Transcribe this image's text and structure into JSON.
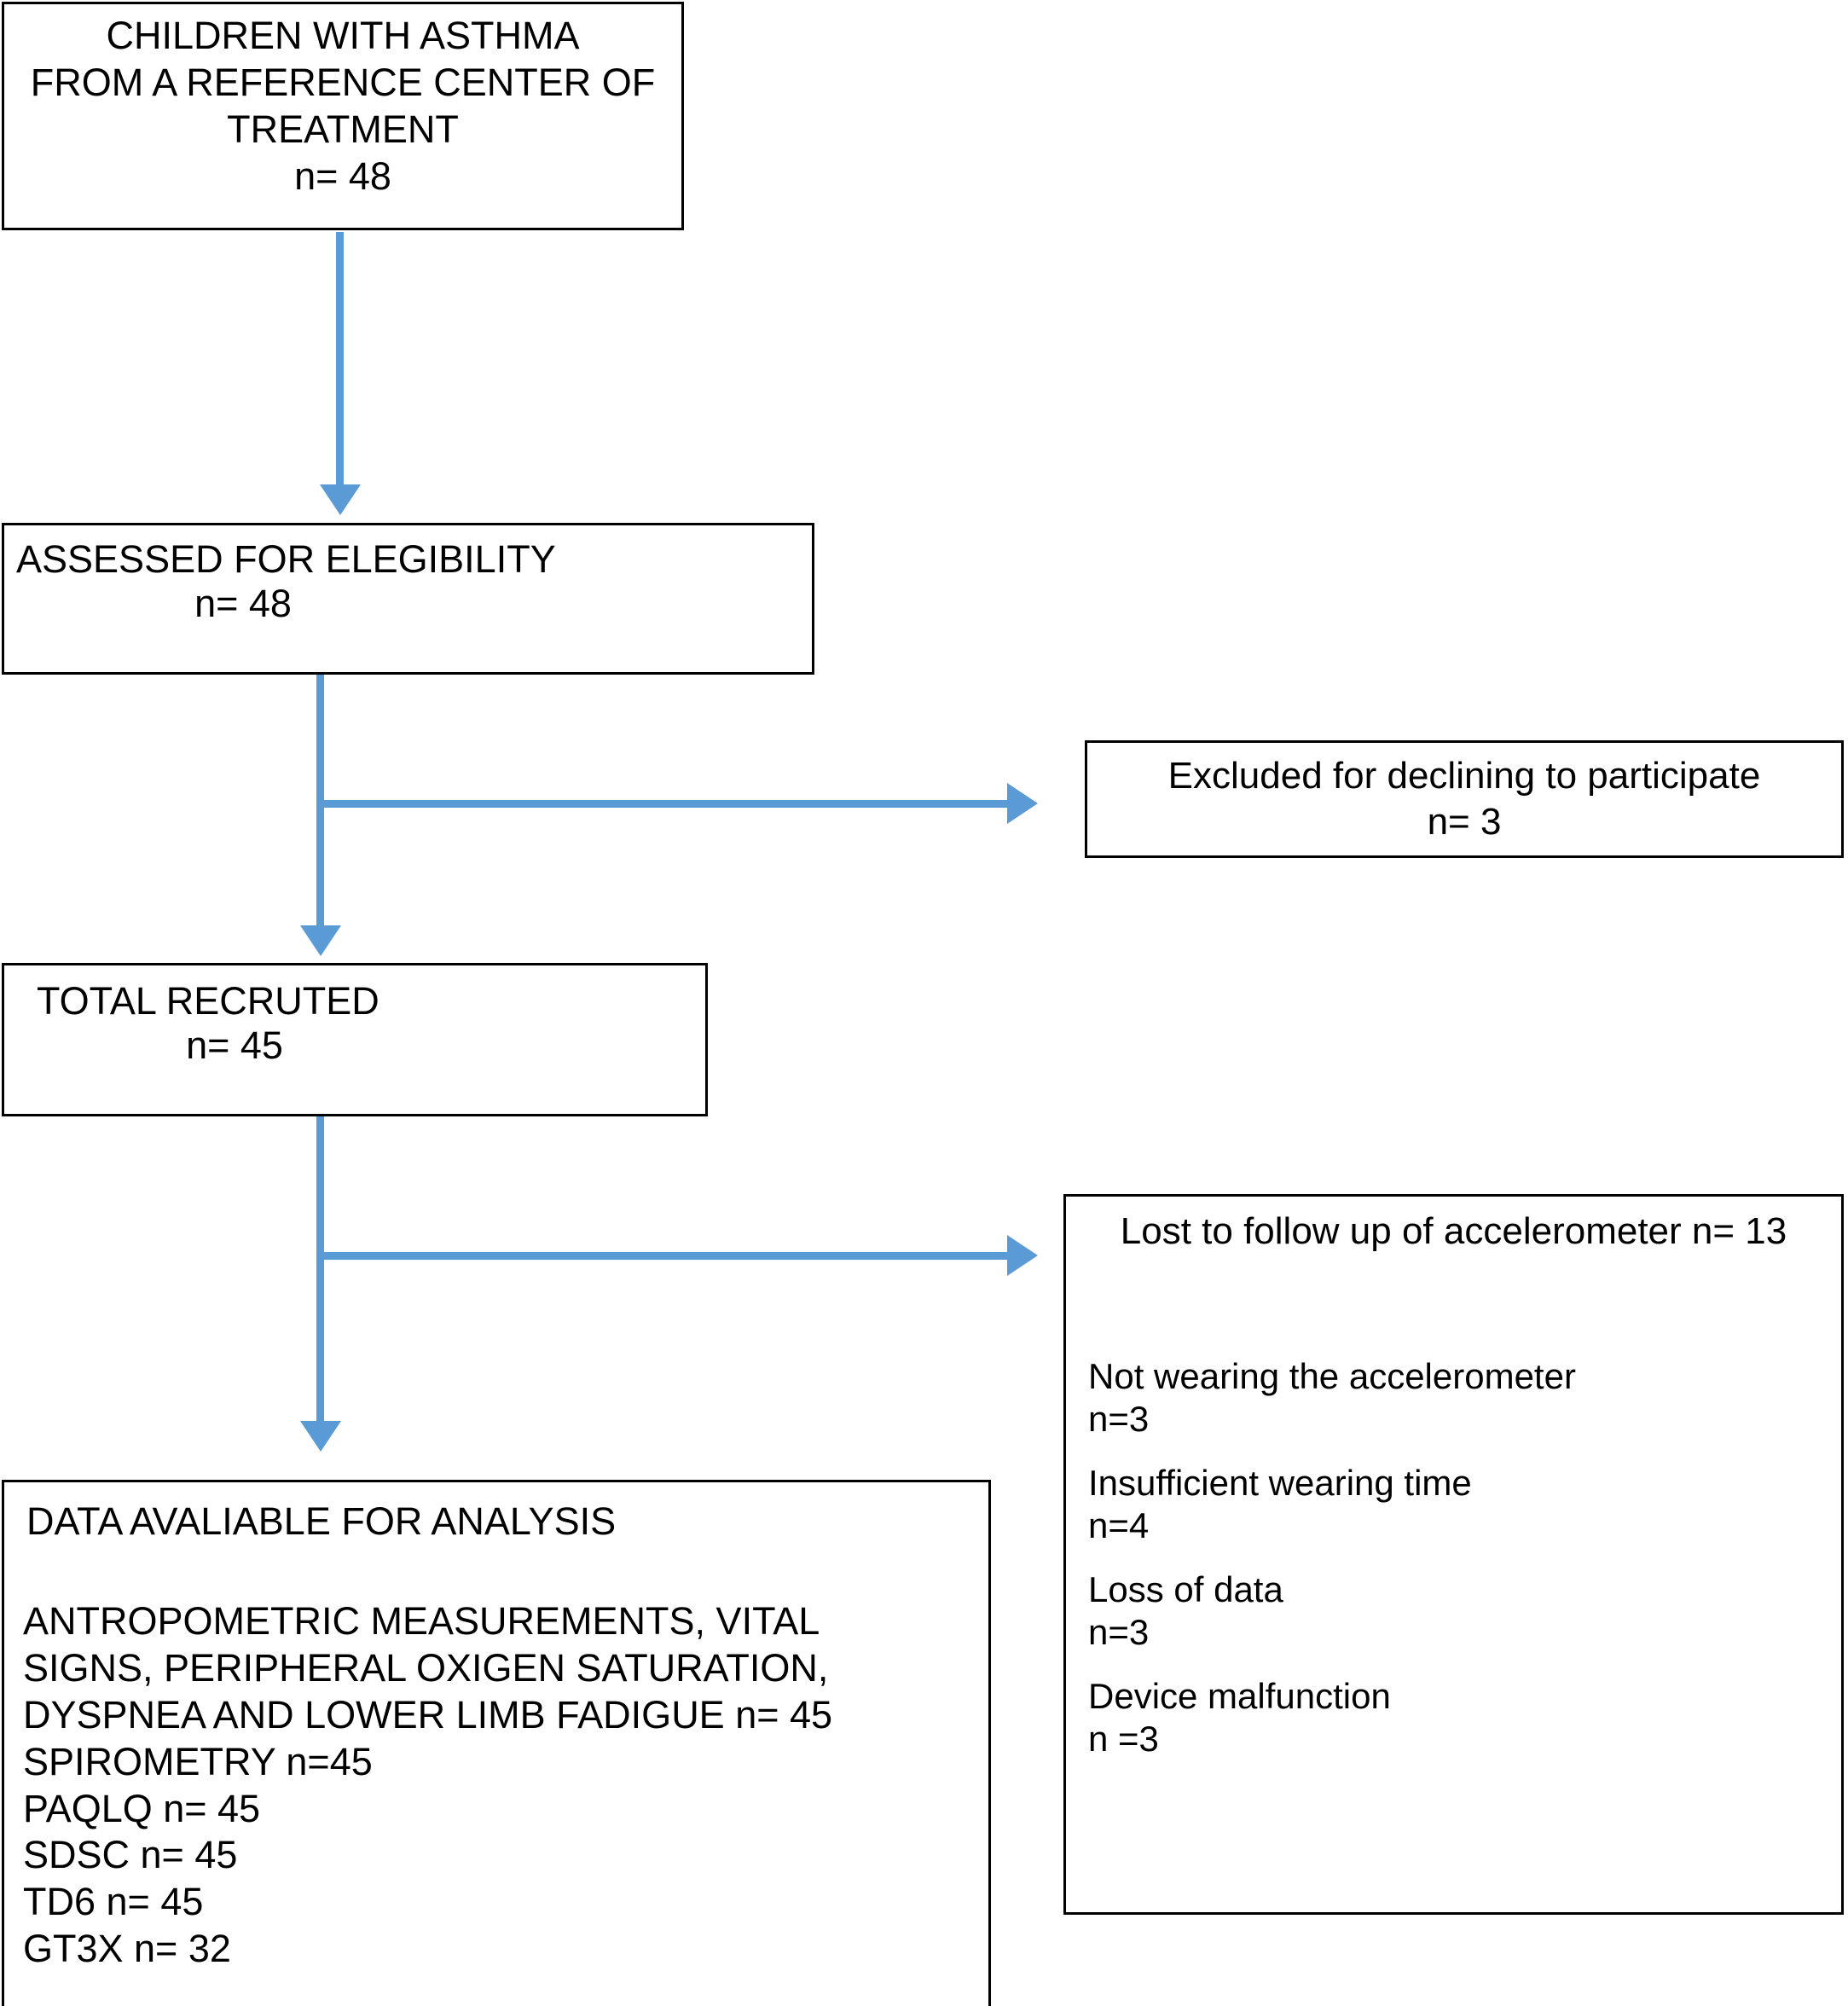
{
  "diagram": {
    "title": "CONSORT-style participant flow diagram",
    "accent_color": "#5B9BD5",
    "border_color": "#000000",
    "background_color": "#FFFFFF"
  },
  "boxes": {
    "source": {
      "name": "children-with-asthma-source",
      "text": "CHILDREN WITH ASTHMA\nFROM A REFERENCE CENTER OF\nTREATMENT\nn= 48"
    },
    "assessed": {
      "name": "assessed-for-eligibility",
      "label": "ASSESSED FOR ELEGIBILITY",
      "count": "n= 48"
    },
    "recruited": {
      "name": "total-recruited",
      "label": "TOTAL RECRUTED",
      "count": "n= 45"
    },
    "excluded": {
      "name": "excluded-declining",
      "text": "Excluded for declining to participate\nn= 3"
    },
    "lost": {
      "name": "lost-to-follow-up",
      "heading": "Lost to follow up of accelerometer\nn= 13",
      "reasons": [
        {
          "label": "Not wearing the accelerometer",
          "count": "n=3"
        },
        {
          "label": "Insufficient wearing time",
          "count": "n=4"
        },
        {
          "label": "Loss of data",
          "count": "n=3"
        },
        {
          "label": "Device malfunction",
          "count": "n =3"
        }
      ]
    },
    "analysis": {
      "name": "data-available-for-analysis",
      "heading": "DATA AVALIABLE FOR ANALYSIS",
      "lines": [
        "ANTROPOMETRIC MEASUREMENTS, VITAL",
        "SIGNS, PERIPHERAL OXIGEN SATURATION,",
        "DYSPNEA AND LOWER LIMB FADIGUE n= 45",
        "SPIROMETRY n=45",
        "PAQLQ n= 45",
        "SDSC n= 45",
        "TD6 n= 45",
        "GT3X n= 32"
      ]
    }
  }
}
